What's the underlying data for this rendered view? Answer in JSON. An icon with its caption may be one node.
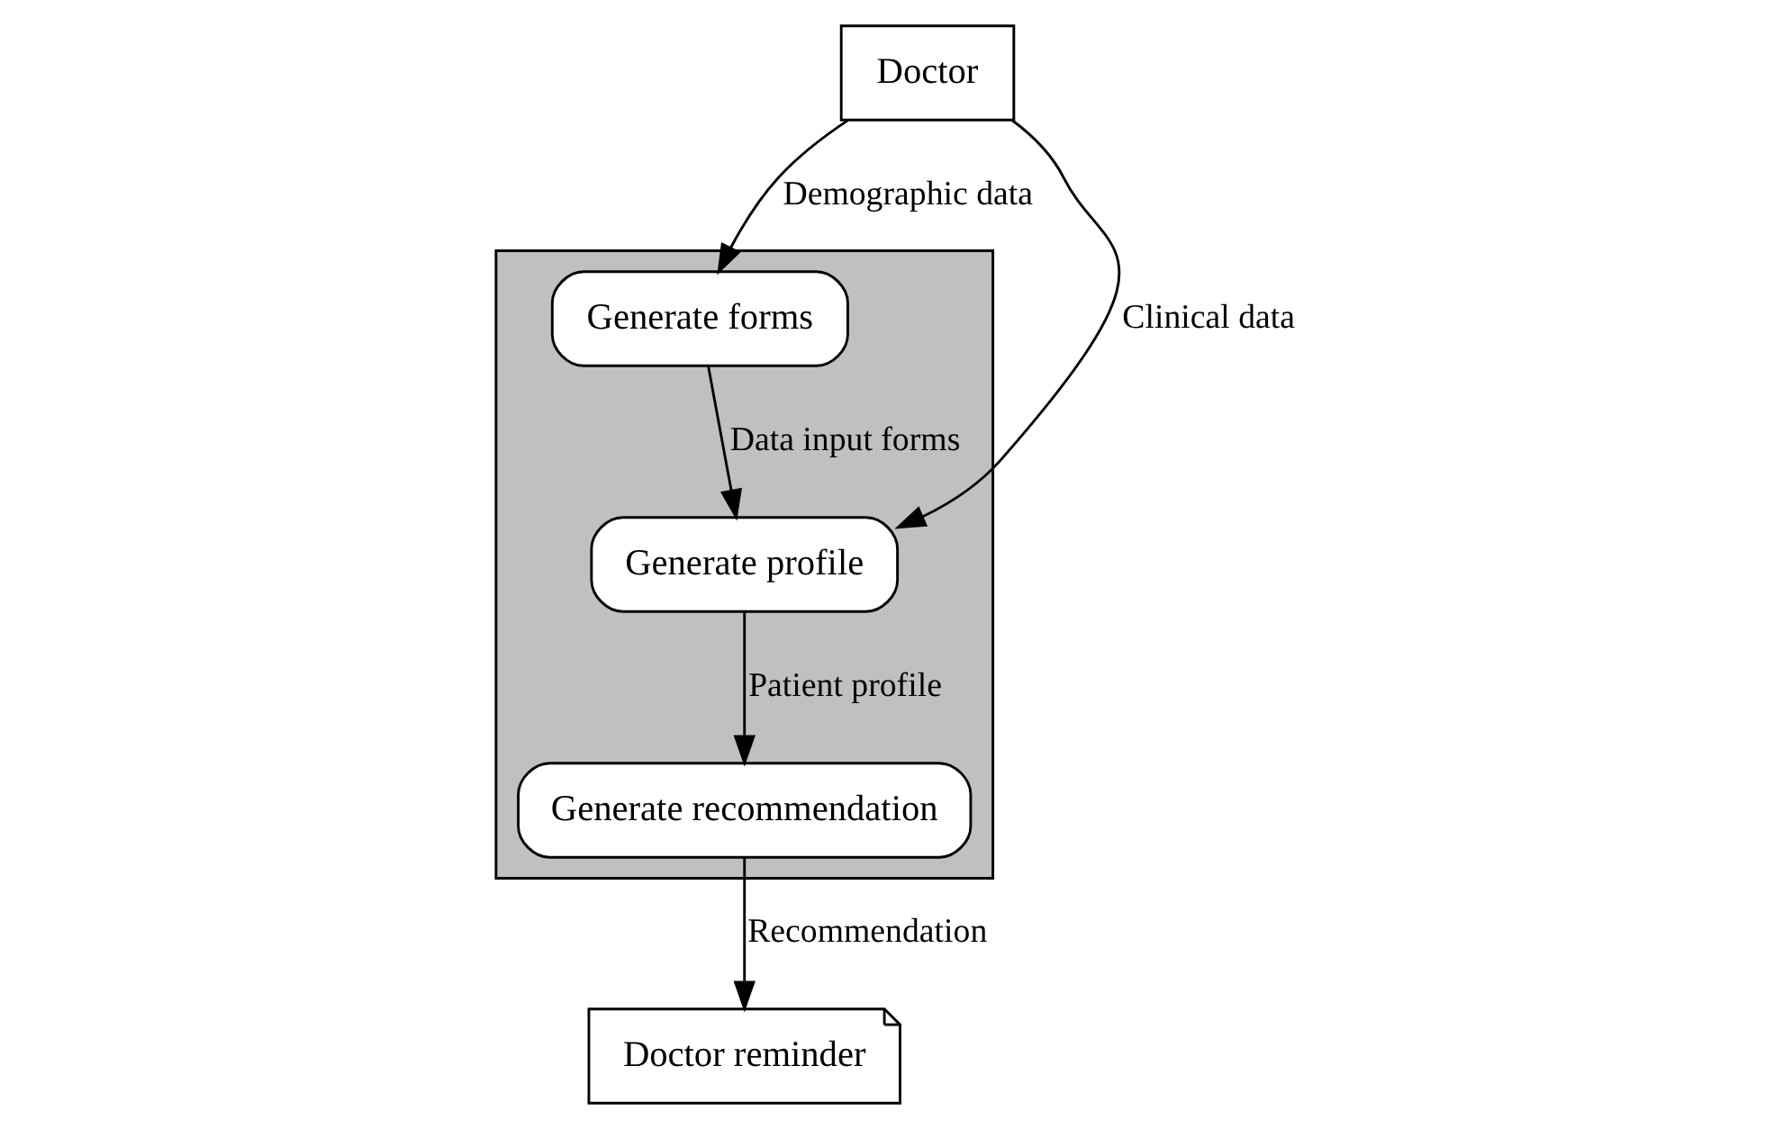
{
  "diagram": {
    "nodes": [
      {
        "text": [
          "Doctor"
        ]
      },
      {
        "text": [],
        "shape": "box"
      },
      {
        "text": [
          "Generate forms"
        ],
        "in": 1
      },
      {
        "text": [
          "Generate profile"
        ],
        "in": 1
      },
      {
        "text": [
          "Generate recommendation"
        ],
        "in": 1
      },
      {
        "text": [
          "Doctor reminder"
        ]
      }
    ],
    "edges": [
      {
        "from": 0,
        "to": 2,
        "arrow": "to",
        "label": "Demographic data"
      },
      {
        "from": 2,
        "to": 3,
        "arrow": "to",
        "label": "Data input forms"
      },
      {
        "from": 0,
        "to": 3,
        "arrow": "to",
        "label": "Clinical data"
      },
      {
        "from": 3,
        "to": 4,
        "arrow": "to",
        "label": "Patient profile"
      },
      {
        "from": 4,
        "to": 5,
        "arrow": "to",
        "label": "Recommendation"
      }
    ]
  }
}
